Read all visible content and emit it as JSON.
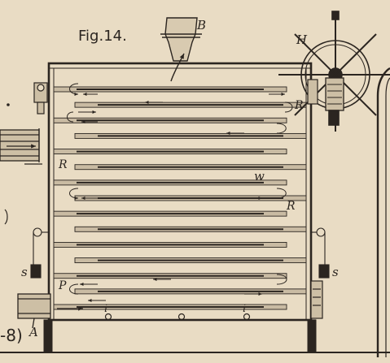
{
  "figure": {
    "title": "Fig.14.",
    "side_note": "-8)",
    "colors": {
      "paper": "#e9dcc4",
      "ink": "#2b2520",
      "rod_fill": "#c9bba3"
    },
    "labels": {
      "inlet_top": "B",
      "hand_wheel": "H",
      "rack_upper": "R",
      "rack_left": "R",
      "rack_mid": "R",
      "trough": "w",
      "weight_left": "s",
      "weight_right": "s",
      "plate_bottom": "P",
      "pipe_inlet": "A",
      "hole_left": "i",
      "hole_right": "i"
    },
    "shelf_count": 15
  }
}
